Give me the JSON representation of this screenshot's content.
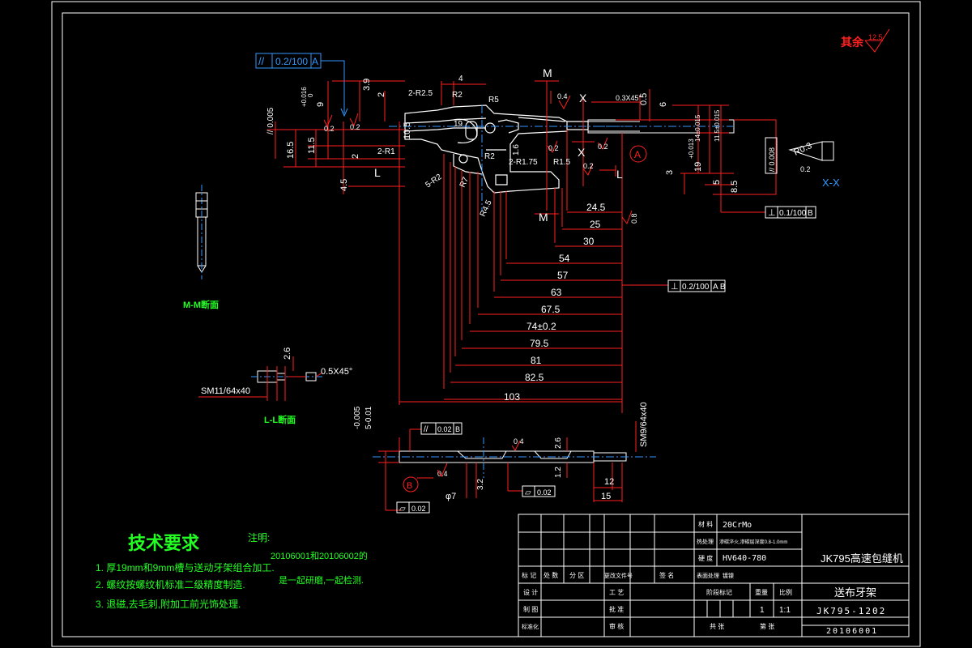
{
  "colors": {
    "background": "#000000",
    "frame": "#ffffff",
    "dimension": "#ff2020",
    "part": "#ffffff",
    "note": "#22ff22",
    "accent": "#3399ff",
    "roughness_title": "#ff2020"
  },
  "roughness_corner": {
    "label": "其余",
    "value": "12.5"
  },
  "main_view": {
    "flatness_box": {
      "symbol": "//",
      "value": "0.2/100",
      "datum": "A"
    },
    "section_marks": {
      "m_top": "M",
      "m_bottom": "M",
      "x_top": "X",
      "x_bottom": "X",
      "l_left": "L",
      "l_right": "L"
    },
    "datum_a": "A",
    "vertical_dims": {
      "d39": "3.9",
      "d2top": "2",
      "tol016": "+0.016",
      "tol0": "0",
      "d9": "9",
      "par005": "// 0.005",
      "d105": "10.5",
      "d165": "16.5",
      "d115": "11.5",
      "d2mid": "2",
      "d45": "4.5",
      "d14": "14±0.015",
      "d115b": "11.5±0.015",
      "tol013": "+0.013",
      "d19": "19",
      "d5": "5",
      "d85": "8.5",
      "d3": "3",
      "d6": "6",
      "d05": "0.5"
    },
    "radius_labels": {
      "r25": "2-R2.5",
      "r2": "R2",
      "r5": "R5",
      "r1": "2-R1",
      "r175": "2-R1.75",
      "r15": "R1.5",
      "r2b": "5-R2",
      "r7": "R7",
      "r45": "R4.5",
      "r2c": "R2",
      "r19": "19",
      "r4": "4",
      "d16": "1.6"
    },
    "top_dims": {
      "d4": "4",
      "chamfer": "0.3X45°"
    },
    "roughness": {
      "r04a": "0.4",
      "r02a": "0.2",
      "r02b": "0.2",
      "r02c": "0.2",
      "r02d": "0.2",
      "r02e": "0.2",
      "r08": "0.8"
    },
    "horizontal_dims": [
      "24.5",
      "25",
      "30",
      "54",
      "57",
      "63",
      "67.5",
      "74±0.2",
      "79.5",
      "81",
      "82.5",
      "103"
    ],
    "perp_box_1": {
      "symbol": "⊥",
      "value": "0.1/100",
      "datum": "B"
    },
    "perp_box_2": {
      "symbol": "⊥",
      "value": "0.2/100",
      "datum": "A B"
    }
  },
  "section_x": {
    "radius": "R0.3",
    "par_box": "// 0.008",
    "tol": "0.2",
    "label": "X-X"
  },
  "section_m": {
    "label": "M-M断面"
  },
  "section_l": {
    "dim26": "2.6",
    "chamfer": "0.5X45°",
    "thread": "SM11/64x40",
    "label": "L-L断面"
  },
  "bottom_view": {
    "tol_top": "-0.005",
    "tol_bot": "5-0.01",
    "par_box": {
      "symbol": "//",
      "value": "0.02",
      "datum": "B"
    },
    "thread": "SM9/64x40",
    "r04a": "0.4",
    "r04b": "0.4",
    "d26": "2.6",
    "d12": "1.2",
    "d32": "3.2",
    "dia7": "φ7",
    "flat1": "0.02",
    "flat2": "0.02",
    "datum_b": "B",
    "d12b": "12",
    "d15": "15"
  },
  "notes": {
    "title": "技术要求",
    "items": [
      "1. 厚19mm和9mm槽与送动牙架组合加工.",
      "2. 螺纹按螺纹机标准二级精度制造.",
      "3. 退磁,去毛刺,附加工前光饰处理."
    ],
    "remark_label": "注明:",
    "remark_line1": "20106001和20106002的",
    "remark_line2": "是一起研磨,一起检测."
  },
  "title_block": {
    "material_label": "材 料",
    "material": "20CrMo",
    "heat_label": "热处理",
    "heat": "渗碳淬火,渗碳层深度0.8-1.0mm",
    "hardness_label": "硬 度",
    "hardness": "HV640-780",
    "surface_label": "表面处理",
    "surface": "镀镍",
    "rev_headers": [
      "标 记",
      "处 数",
      "分 区",
      "更改文件号",
      "签 名"
    ],
    "design": "设 计",
    "craft": "工 艺",
    "draw": "制 图",
    "check": "审 核",
    "std": "标准化",
    "approve": "批 准",
    "stage": "阶段标记",
    "weight": "重量",
    "scale_label": "比例",
    "qty": "1",
    "scale": "1:1",
    "sheet_total": "共 张",
    "sheet_no": "第 张",
    "company": "JK795高速包缝机",
    "part_name": "送布牙架",
    "drawing_no": "JK795-1202",
    "code": "20106001"
  }
}
